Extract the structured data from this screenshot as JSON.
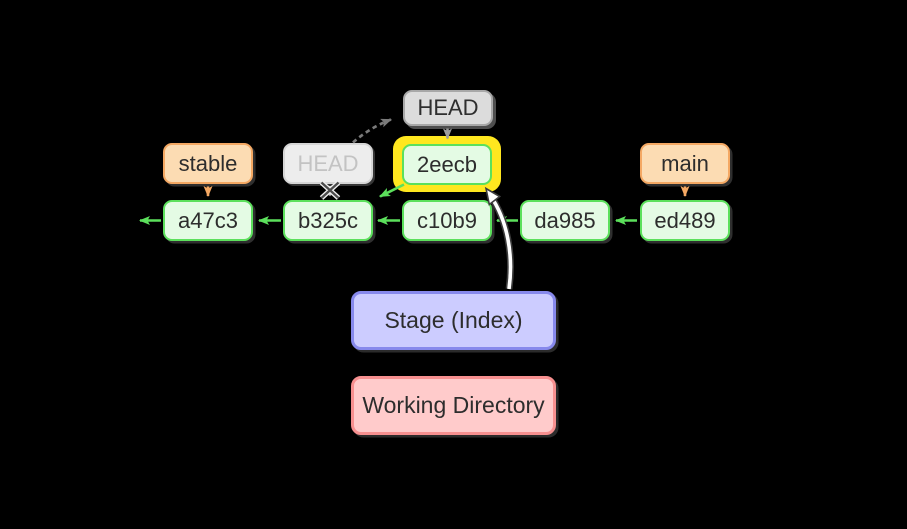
{
  "diagram": {
    "type": "git-commit-graph",
    "head": {
      "label": "HEAD"
    },
    "old_head": {
      "label": "HEAD"
    },
    "branches": [
      {
        "name": "stable"
      },
      {
        "name": "main"
      }
    ],
    "new_commit": {
      "label": "2eecb",
      "highlight_color": "#ffe71f"
    },
    "commits": [
      {
        "id": "a47c3"
      },
      {
        "id": "b325c"
      },
      {
        "id": "c10b9"
      },
      {
        "id": "da985"
      },
      {
        "id": "ed489"
      }
    ],
    "areas": {
      "stage": {
        "label": "Stage (Index)"
      },
      "working_directory": {
        "label": "Working Directory"
      }
    },
    "colors": {
      "background": "#000000",
      "commit_fill": "#e4fbe4",
      "commit_border": "#5ce05c",
      "branch_fill": "#fcdcb3",
      "branch_border": "#f4a863",
      "head_fill": "#dcdcdc",
      "head_border": "#a8a8a8",
      "old_head_fill": "#ededed",
      "old_head_border": "#d6d6d6",
      "old_head_text": "#c3c3c3",
      "highlight": "#ffe71f",
      "stage_fill": "#ccccff",
      "stage_border": "#8789ec",
      "working_fill": "#ffcbcb",
      "working_border": "#f79090",
      "arrow_green": "#5ce05c",
      "arrow_orange": "#f4a863",
      "arrow_gray": "#9c9c9c",
      "arrow_dashed_gray": "#7a7a7a",
      "arrow_crossed_gray": "#c6c6c6",
      "cross_mark": "#4d4d4d",
      "double_arrow_core": "#ffffff",
      "double_arrow_edge": "#3d3d3d"
    }
  }
}
